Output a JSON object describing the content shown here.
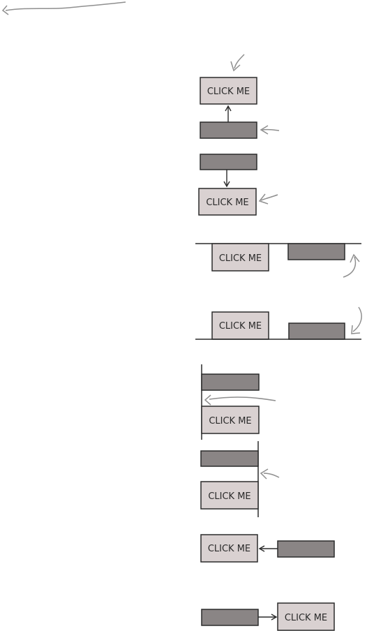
{
  "button_label": "CLICK ME",
  "colors": {
    "button_fill": "#d9d1d1",
    "bar_fill": "#8a8585",
    "stroke": "#2b2b2b",
    "annotation": "#8f8f8f"
  },
  "diagrams": [
    "button-above-arrow-bar",
    "bar-arrow-button-below",
    "top-aligned-to-line",
    "bottom-aligned-to-line",
    "left-aligned-to-line",
    "right-aligned-to-line",
    "button-left-arrow-from-bar",
    "bar-right-arrow-to-button"
  ]
}
